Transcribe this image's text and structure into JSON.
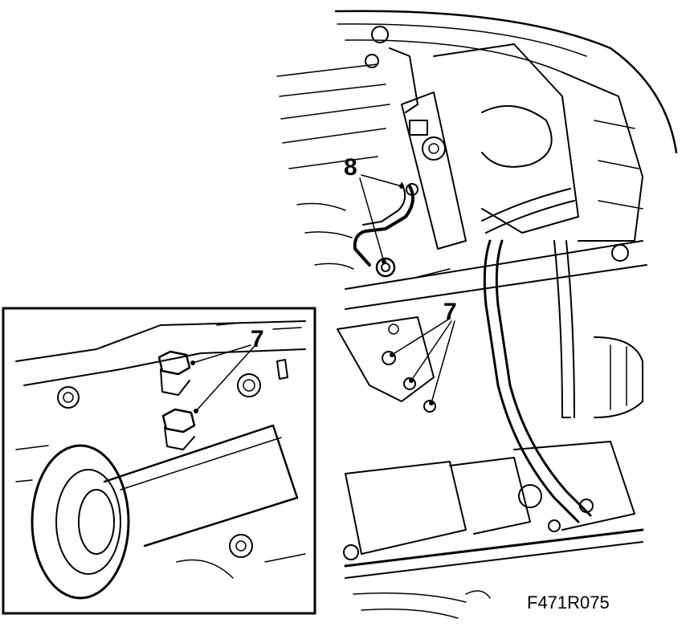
{
  "callouts": {
    "main_upper": "8",
    "main_lower": "7",
    "inset": "7"
  },
  "reference_code": "F471R075",
  "colors": {
    "ink": "#000000",
    "paper": "#ffffff"
  }
}
